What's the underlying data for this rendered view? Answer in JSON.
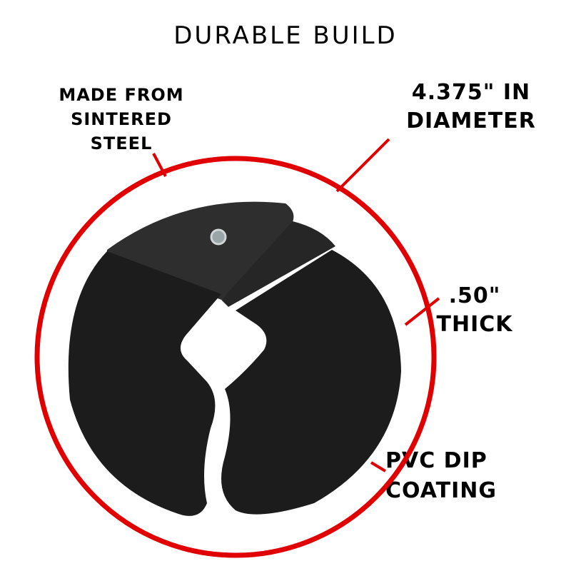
{
  "title": "DURABLE BUILD",
  "callouts": {
    "material": [
      "MADE FROM",
      "SINTERED",
      "STEEL"
    ],
    "diameter": [
      "4.375\" IN",
      "DIAMETER"
    ],
    "thickness": [
      ".50\"",
      "THICK"
    ],
    "coating": [
      "PVC DIP",
      "COATING"
    ]
  },
  "colors": {
    "accent": "#e00000",
    "product": "#1c1c1c",
    "metal": "#2e2e2e",
    "background": "#ffffff",
    "text": "#000000"
  },
  "icons": {
    "product": "weight-plate-image",
    "ring": "red-circle-outline"
  }
}
